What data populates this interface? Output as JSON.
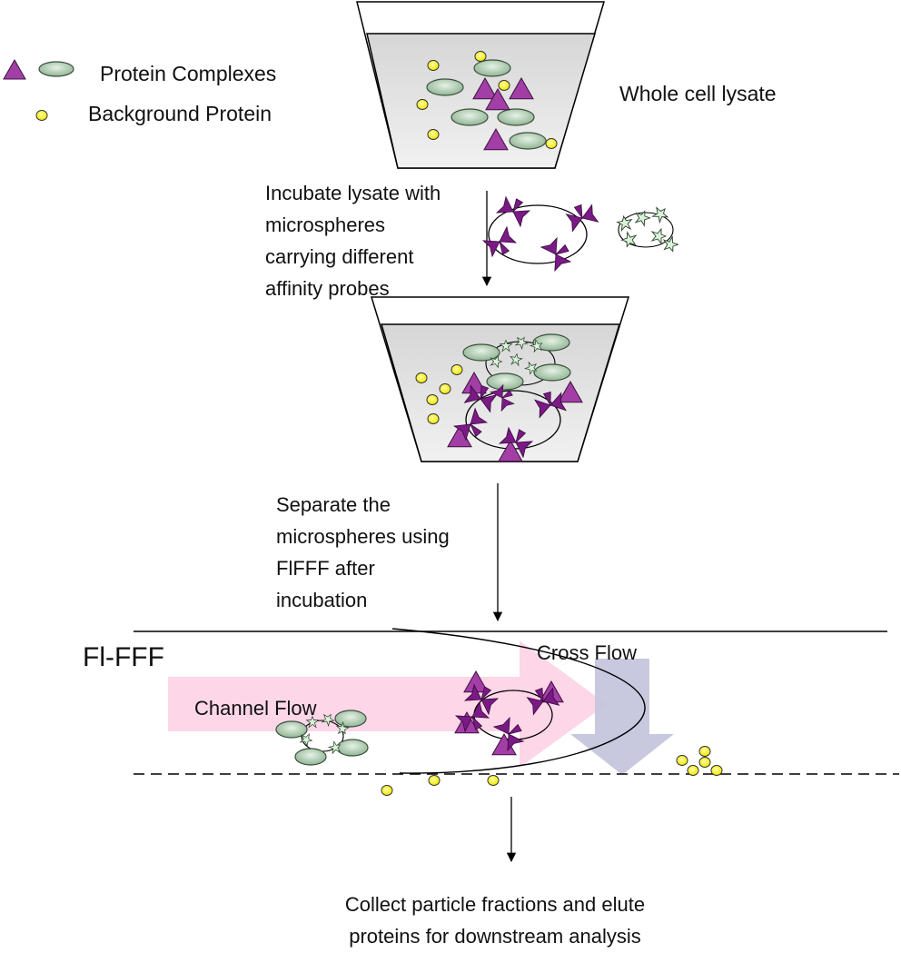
{
  "legend": {
    "complexes_label": "Protein Complexes",
    "background_label": "Background Protein"
  },
  "labels": {
    "whole_cell_lysate": "Whole cell lysate",
    "incubate": [
      "Incubate lysate with",
      "microspheres",
      "carrying different",
      "affinity probes"
    ],
    "separate": [
      "Separate the",
      "microspheres using",
      "FlFFF after",
      "incubation"
    ],
    "flfff": "Fl-FFF",
    "cross_flow": "Cross Flow",
    "channel_flow": "Channel Flow",
    "collect": [
      "Collect particle fractions and elute",
      "proteins for downstream analysis"
    ]
  },
  "colors": {
    "complex_triangle": "#a23ea6",
    "complex_ellipse": "#a9c9aa",
    "background_protein": "#f7f21c",
    "probe_purple": "#7a1a84",
    "probe_green": "#d9f5d9",
    "lysate_fill": "#e3e3e3",
    "channel_flow_arrow": "#fdd1e6",
    "cross_flow_arrow": "#c2c3dc"
  },
  "icons": {
    "complex_triangle": "triangle-icon",
    "complex_ellipse": "ellipse-icon",
    "background_protein": "circle-icon",
    "probe_purple": "bowtie-icon",
    "probe_green": "star-icon"
  }
}
